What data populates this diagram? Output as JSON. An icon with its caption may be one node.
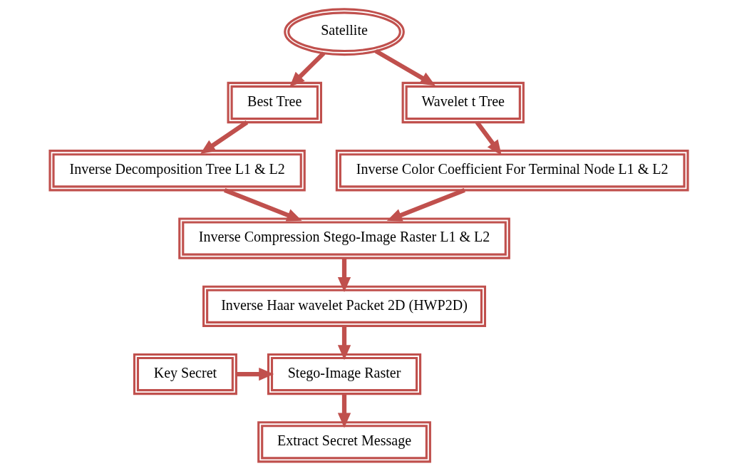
{
  "diagram": {
    "nodes": [
      {
        "text": [
          "Satellite"
        ]
      },
      {
        "text": [
          "Best Tree"
        ]
      },
      {
        "text": [
          "Wavelet t Tree"
        ]
      },
      {
        "text": [
          "Inverse Decomposition Tree L1 & L2"
        ]
      },
      {
        "text": [
          "Inverse Color Coefficient For Terminal Node L1 & L2"
        ]
      },
      {
        "text": [
          "Inverse Compression Stego-Image Raster L1 & L2"
        ]
      },
      {
        "text": [
          "Inverse Haar wavelet Packet 2D (HWP2D)"
        ]
      },
      {
        "text": [
          "Key Secret"
        ]
      },
      {
        "text": [
          "Stego-Image Raster"
        ]
      },
      {
        "text": [
          "Extract Secret Message"
        ]
      }
    ],
    "edges": [
      {
        "from": 0,
        "to": 1,
        "arrow": "to"
      },
      {
        "from": 0,
        "to": 2,
        "arrow": "to"
      },
      {
        "from": 1,
        "to": 3,
        "arrow": "to"
      },
      {
        "from": 2,
        "to": 4,
        "arrow": "to"
      },
      {
        "from": 3,
        "to": 5,
        "arrow": "to"
      },
      {
        "from": 4,
        "to": 5,
        "arrow": "to"
      },
      {
        "from": 5,
        "to": 6,
        "arrow": "to"
      },
      {
        "from": 6,
        "to": 8,
        "arrow": "to"
      },
      {
        "from": 7,
        "to": 8,
        "arrow": "to"
      },
      {
        "from": 8,
        "to": 9,
        "arrow": "to"
      }
    ]
  }
}
